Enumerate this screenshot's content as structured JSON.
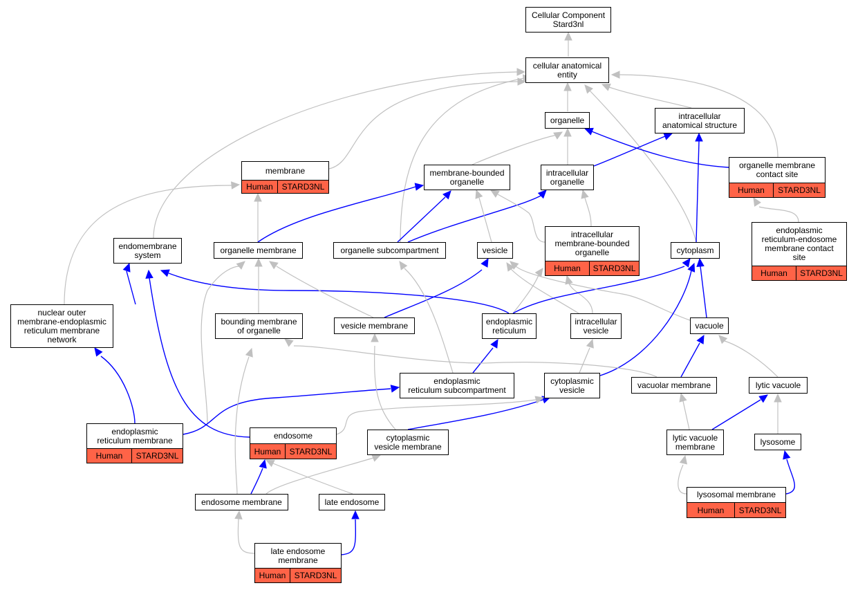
{
  "colors": {
    "annotation_fill": "#ff6347",
    "edge_gray": "#c0c0c0",
    "edge_blue": "#0000ff",
    "node_border": "#000000"
  },
  "nodes": {
    "root": {
      "line1": "Cellular Component",
      "line2": "Stard3nl"
    },
    "cae": {
      "line1": "cellular anatomical",
      "line2": "entity"
    },
    "organelle": {
      "line1": "organelle"
    },
    "ias": {
      "line1": "intracellular",
      "line2": "anatomical structure"
    },
    "membrane": {
      "line1": "membrane",
      "species": "Human",
      "gene": "STARD3NL"
    },
    "mbo": {
      "line1": "membrane-bounded",
      "line2": "organelle"
    },
    "io": {
      "line1": "intracellular",
      "line2": "organelle"
    },
    "omcs": {
      "line1": "organelle membrane",
      "line2": "contact site",
      "species": "Human",
      "gene": "STARD3NL"
    },
    "imbo": {
      "line1": "intracellular",
      "line2": "membrane-bounded",
      "line3": "organelle",
      "species": "Human",
      "gene": "STARD3NL"
    },
    "erecs": {
      "line1": "endoplasmic",
      "line2": "reticulum-endosome",
      "line3": "membrane contact",
      "line4": "site",
      "species": "Human",
      "gene": "STARD3NL"
    },
    "endosys": {
      "line1": "endomembrane",
      "line2": "system"
    },
    "orgmem": {
      "line1": "organelle membrane"
    },
    "osub": {
      "line1": "organelle subcompartment"
    },
    "vesicle": {
      "line1": "vesicle"
    },
    "cytoplasm": {
      "line1": "cytoplasm"
    },
    "nomer": {
      "line1": "nuclear outer",
      "line2": "membrane-endoplasmic",
      "line3": "reticulum membrane",
      "line4": "network"
    },
    "bmo": {
      "line1": "bounding membrane",
      "line2": "of organelle"
    },
    "vesmem": {
      "line1": "vesicle membrane"
    },
    "er": {
      "line1": "endoplasmic",
      "line2": "reticulum"
    },
    "iv": {
      "line1": "intracellular",
      "line2": "vesicle"
    },
    "vacuole": {
      "line1": "vacuole"
    },
    "ersub": {
      "line1": "endoplasmic",
      "line2": "reticulum subcompartment"
    },
    "cytves": {
      "line1": "cytoplasmic",
      "line2": "vesicle"
    },
    "vacmem": {
      "line1": "vacuolar membrane"
    },
    "lytvac": {
      "line1": "lytic vacuole"
    },
    "ermem": {
      "line1": "endoplasmic",
      "line2": "reticulum membrane",
      "species": "Human",
      "gene": "STARD3NL"
    },
    "endosome": {
      "line1": "endosome",
      "species": "Human",
      "gene": "STARD3NL"
    },
    "cvm": {
      "line1": "cytoplasmic",
      "line2": "vesicle membrane"
    },
    "lvm": {
      "line1": "lytic vacuole",
      "line2": "membrane"
    },
    "lysosome": {
      "line1": "lysosome"
    },
    "endomem": {
      "line1": "endosome membrane"
    },
    "lateendo": {
      "line1": "late endosome"
    },
    "lysomem": {
      "line1": "lysosomal membrane",
      "species": "Human",
      "gene": "STARD3NL"
    },
    "lem": {
      "line1": "late endosome",
      "line2": "membrane",
      "species": "Human",
      "gene": "STARD3NL"
    }
  }
}
